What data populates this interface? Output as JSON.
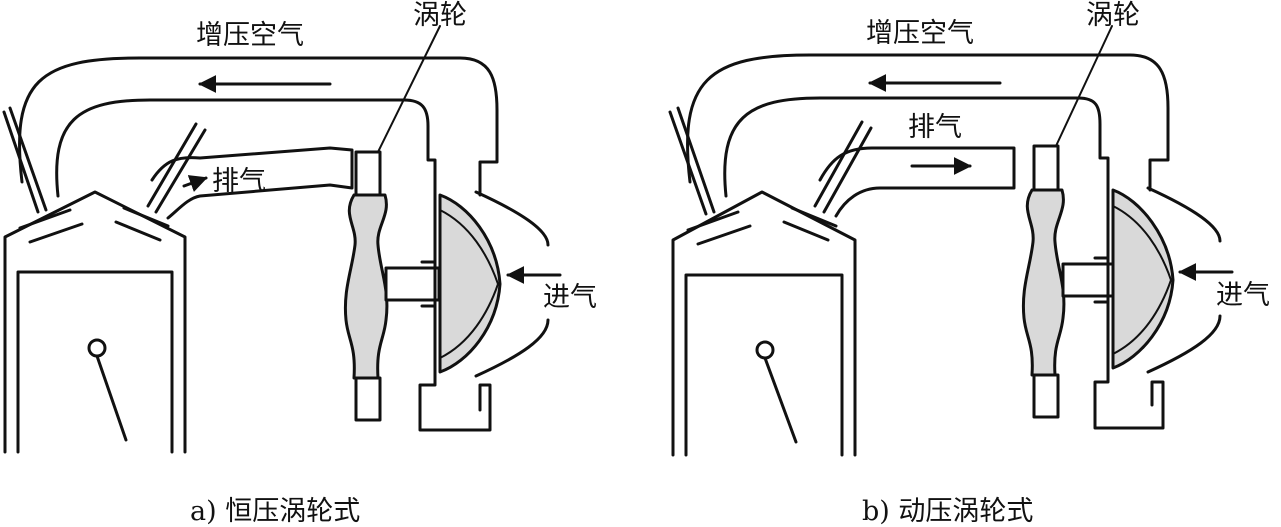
{
  "panels": [
    {
      "id": "a",
      "caption": "a) 恒压涡轮式",
      "labels": {
        "boost_air": "增压空气",
        "turbine": "涡轮",
        "exhaust": "排气",
        "intake": "进气"
      }
    },
    {
      "id": "b",
      "caption": "b) 动压涡轮式",
      "labels": {
        "boost_air": "增压空气",
        "turbine": "涡轮",
        "exhaust": "排气",
        "intake": "进气"
      }
    }
  ],
  "colors": {
    "line": "#111111",
    "shading": "#d9d9d9",
    "background": "#ffffff"
  }
}
